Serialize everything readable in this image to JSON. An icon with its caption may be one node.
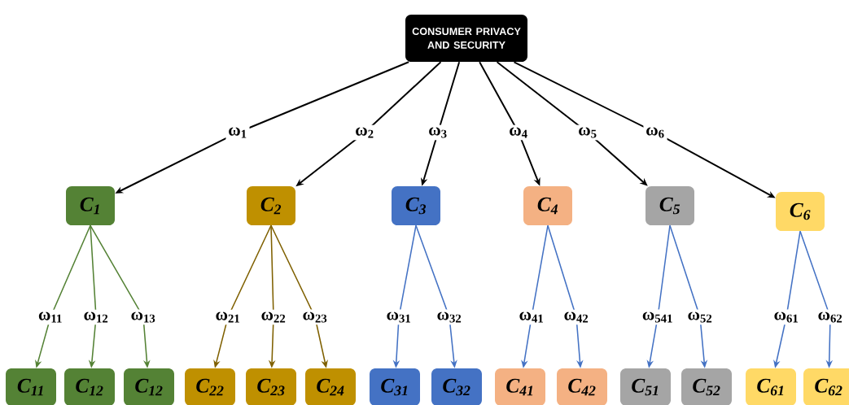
{
  "diagram": {
    "nodes": [
      {
        "text": [
          "CONSUMER PRIVACY AND SECURITY"
        ]
      },
      {
        "text": [
          "C$_{1}$"
        ]
      },
      {
        "text": [
          "C$_{2}$"
        ]
      },
      {
        "text": [
          "C$_{3}$"
        ]
      },
      {
        "text": [
          "C$_{4}$"
        ]
      },
      {
        "text": [
          "C$_{5}$"
        ]
      },
      {
        "text": [
          "C$_{6}$"
        ]
      },
      {
        "text": [
          "C$_{11}$"
        ]
      },
      {
        "text": [
          "C$_{12}$"
        ]
      },
      {
        "text": [
          "C$_{12}$"
        ]
      },
      {
        "text": [
          "C$_{22}$"
        ]
      },
      {
        "text": [
          "C$_{23}$"
        ]
      },
      {
        "text": [
          "C$_{24}$"
        ]
      },
      {
        "text": [
          "C$_{31}$"
        ]
      },
      {
        "text": [
          "C$_{32}$"
        ]
      },
      {
        "text": [
          "C$_{41}$"
        ]
      },
      {
        "text": [
          "C$_{42}$"
        ]
      },
      {
        "text": [
          "C$_{51}$"
        ]
      },
      {
        "text": [
          "C$_{52}$"
        ]
      },
      {
        "text": [
          "C$_{61}$"
        ]
      },
      {
        "text": [
          "C$_{62}$"
        ]
      }
    ],
    "edges": [
      {
        "from": 0,
        "to": 1,
        "arrow": "to",
        "label": "ω$_{1}$",
        "color": "#000000"
      },
      {
        "from": 0,
        "to": 2,
        "arrow": "to",
        "label": "ω$_{2}$",
        "color": "#000000"
      },
      {
        "from": 0,
        "to": 3,
        "arrow": "to",
        "label": "ω$_{3}$",
        "color": "#000000"
      },
      {
        "from": 0,
        "to": 4,
        "arrow": "to",
        "label": "ω$_{4}$",
        "color": "#000000"
      },
      {
        "from": 0,
        "to": 5,
        "arrow": "to",
        "label": "ω$_{5}$",
        "color": "#000000"
      },
      {
        "from": 0,
        "to": 6,
        "arrow": "to",
        "label": "ω$_{6}$",
        "color": "#000000"
      },
      {
        "from": 1,
        "to": 7,
        "arrow": "to",
        "label": "ω$_{11}$",
        "color": "#548235"
      },
      {
        "from": 1,
        "to": 8,
        "arrow": "to",
        "label": "ω$_{12}$",
        "color": "#548235"
      },
      {
        "from": 1,
        "to": 9,
        "arrow": "to",
        "label": "ω$_{13}$",
        "color": "#548235"
      },
      {
        "from": 2,
        "to": 10,
        "arrow": "to",
        "label": "ω$_{21}$",
        "color": "#7f6000"
      },
      {
        "from": 2,
        "to": 11,
        "arrow": "to",
        "label": "ω$_{22}$",
        "color": "#7f6000"
      },
      {
        "from": 2,
        "to": 12,
        "arrow": "to",
        "label": "ω$_{23}$",
        "color": "#7f6000"
      },
      {
        "from": 3,
        "to": 13,
        "arrow": "to",
        "label": "ω$_{31}$",
        "color": "#4472c4"
      },
      {
        "from": 3,
        "to": 14,
        "arrow": "to",
        "label": "ω$_{32}$",
        "color": "#4472c4"
      },
      {
        "from": 4,
        "to": 15,
        "arrow": "to",
        "label": "ω$_{41}$",
        "color": "#4472c4"
      },
      {
        "from": 4,
        "to": 16,
        "arrow": "to",
        "label": "ω$_{42}$",
        "color": "#4472c4"
      },
      {
        "from": 5,
        "to": 17,
        "arrow": "to",
        "label": "ω$_{541}$",
        "color": "#4472c4"
      },
      {
        "from": 5,
        "to": 18,
        "arrow": "to",
        "label": "ω$_{52}$",
        "color": "#4472c4"
      },
      {
        "from": 6,
        "to": 19,
        "arrow": "to",
        "label": "ω$_{61}$",
        "color": "#4472c4"
      },
      {
        "from": 6,
        "to": 20,
        "arrow": "to",
        "label": "ω$_{62}$",
        "color": "#4472c4"
      }
    ]
  }
}
